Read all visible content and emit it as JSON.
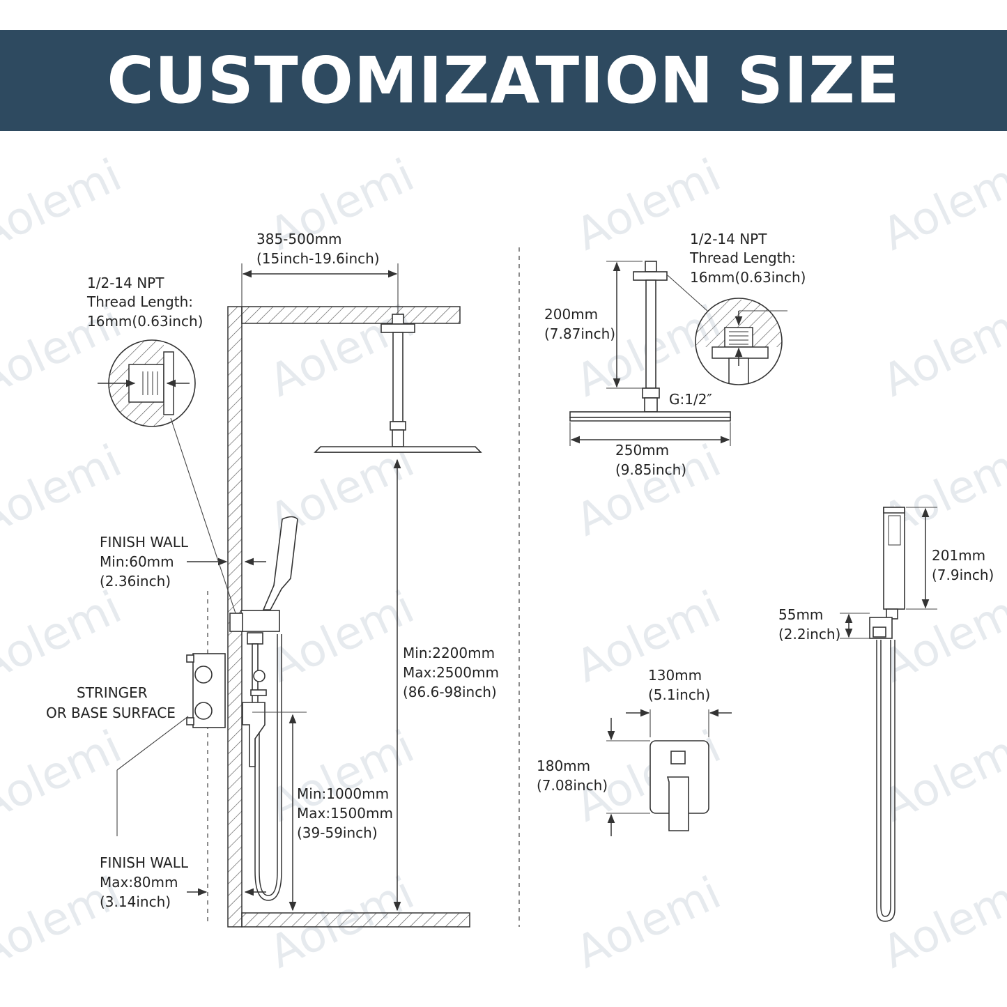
{
  "title": "CUSTOMIZATION SIZE",
  "watermark": "Aolemi",
  "colors": {
    "banner": "#2e4a60",
    "banner_text": "#ffffff",
    "line": "#333333",
    "watermark": "#d7dde3"
  },
  "left": {
    "top_width": {
      "line1": "385-500mm",
      "line2": "(15inch-19.6inch)"
    },
    "thread": {
      "line1": "1/2-14 NPT",
      "line2": "Thread Length:",
      "line3": "16mm(0.63inch)"
    },
    "finish_wall_min": {
      "line1": "FINISH WALL",
      "line2": "Min:60mm",
      "line3": "(2.36inch)"
    },
    "stringer": {
      "line1": "STRINGER",
      "line2": "OR BASE SURFACE"
    },
    "height_total": {
      "line1": "Min:2200mm",
      "line2": "Max:2500mm",
      "line3": "(86.6-98inch)"
    },
    "height_valve": {
      "line1": "Min:1000mm",
      "line2": "Max:1500mm",
      "line3": "(39-59inch)"
    },
    "finish_wall_max": {
      "line1": "FINISH WALL",
      "line2": "Max:80mm",
      "line3": "(3.14inch)"
    }
  },
  "right": {
    "thread": {
      "line1": "1/2-14 NPT",
      "line2": "Thread Length:",
      "line3": "16mm(0.63inch)"
    },
    "arm_length": {
      "line1": "200mm",
      "line2": "(7.87inch)"
    },
    "connector": "G:1/2″",
    "head_width": {
      "line1": "250mm",
      "line2": "(9.85inch)"
    },
    "handheld_length": {
      "line1": "201mm",
      "line2": "(7.9inch)"
    },
    "holder_height": {
      "line1": "55mm",
      "line2": "(2.2inch)"
    },
    "plate_width": {
      "line1": "130mm",
      "line2": "(5.1inch)"
    },
    "plate_height": {
      "line1": "180mm",
      "line2": "(7.08inch)"
    }
  }
}
